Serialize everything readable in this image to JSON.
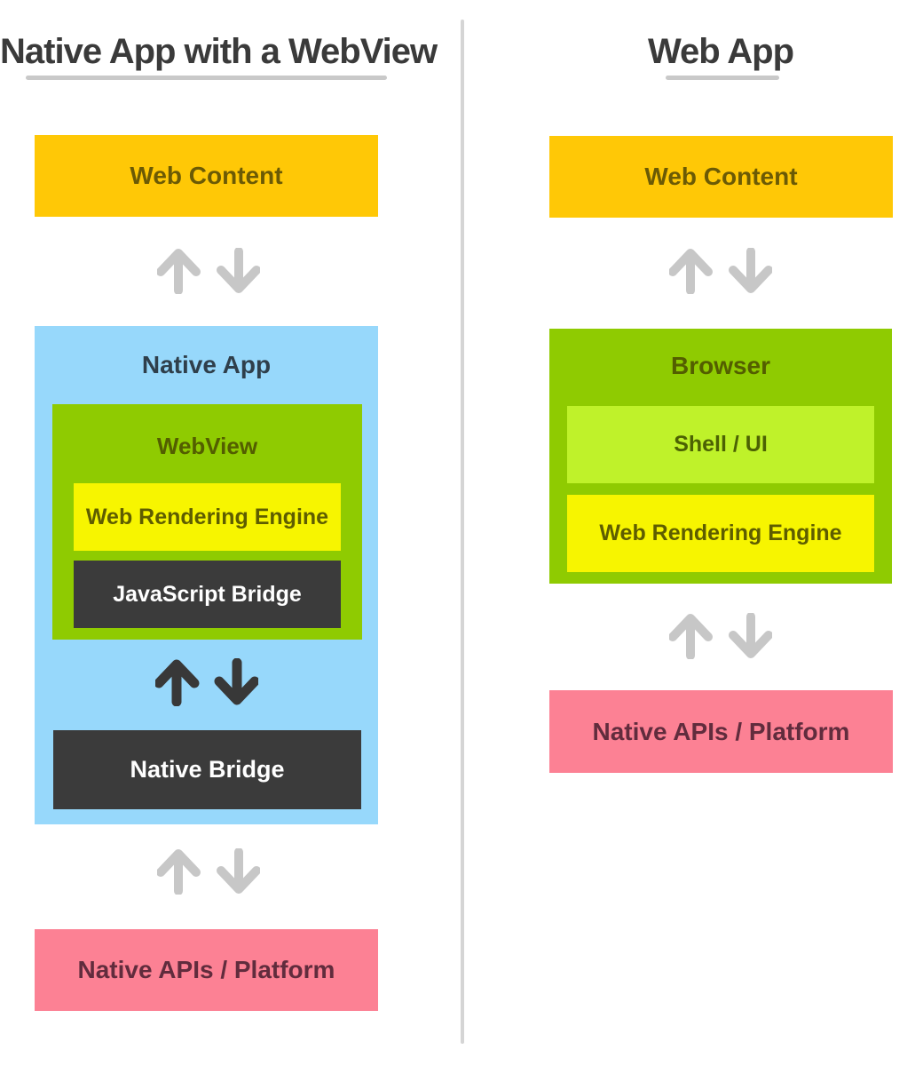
{
  "left": {
    "title": "Native App with a WebView",
    "web_content": "Web Content",
    "native_app": "Native App",
    "webview": "WebView",
    "web_rendering_engine": "Web Rendering Engine",
    "javascript_bridge": "JavaScript Bridge",
    "native_bridge": "Native Bridge",
    "native_apis": "Native APIs / Platform"
  },
  "right": {
    "title": "Web App",
    "web_content": "Web Content",
    "browser": "Browser",
    "shell_ui": "Shell / UI",
    "web_rendering_engine": "Web Rendering Engine",
    "native_apis": "Native APIs / Platform"
  },
  "icons": {
    "up_down_arrows": "up-down-arrows-icon"
  },
  "colors": {
    "gold": "#FFC806",
    "goldText": "#6B5A05",
    "blue": "#97D8FB",
    "blueText": "#2F3F4B",
    "green": "#8FCB01",
    "greenText": "#535E00",
    "yellow": "#F7F500",
    "yellowText": "#5E5D00",
    "lime": "#BFF22A",
    "limeText": "#4C6203",
    "dark": "#3B3B3B",
    "darkText": "#FFFFFF",
    "pink": "#FC8194",
    "pinkText": "#612C3D",
    "grayArrow": "#C7C7C7",
    "darkArrow": "#383838",
    "titleText": "#3A3A3A",
    "underline": "#C9C9C9",
    "divider": "#D5D5D5"
  }
}
